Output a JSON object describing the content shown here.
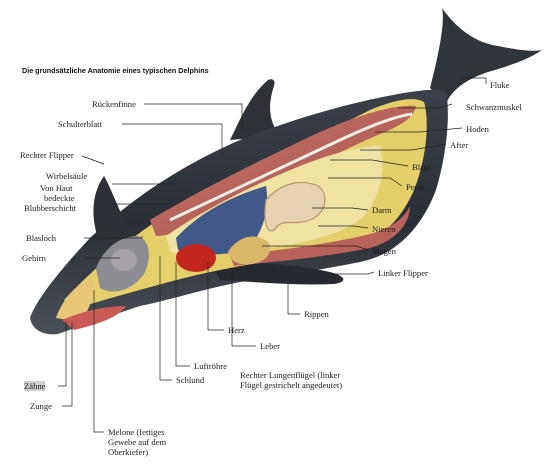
{
  "diagram": {
    "title": "Die grundsätzliche Anatomie eines typischen Delphins",
    "labels": {
      "fluke": "Fluke",
      "schwanzmuskel": "Schwanzmuskel",
      "hoden": "Hoden",
      "after": "After",
      "blase": "Blase",
      "penis": "Penis",
      "darm": "Darm",
      "nieren": "Nieren",
      "magen": "Magen",
      "linker_flipper": "Linker Flipper",
      "rippen": "Rippen",
      "leber": "Leber",
      "lunge_line1": "Rechter Lungenflügel (linker",
      "lunge_line2": "Flügel gestrichelt angedeutet)",
      "herz": "Herz",
      "luftroehre": "Luftröhre",
      "schlund": "Schlund",
      "melone_line1": "Melone (fettiges",
      "melone_line2": "Gewebe auf dem",
      "melone_line3": "Oberkiefer)",
      "zunge": "Zunge",
      "zaehne": "Zähne",
      "gehirn": "Gehirn",
      "blasloch": "Blasloch",
      "blubberschicht": "Blubberschicht",
      "von_haut_line1": "Von Haut",
      "von_haut_line2": "bedeckte",
      "wirbelsaeule": "Wirbelsäule",
      "rechter_flipper": "Rechter Flipper",
      "schulterblatt": "Schulterblatt",
      "rueckenfinne": "Rückenfinne"
    }
  }
}
